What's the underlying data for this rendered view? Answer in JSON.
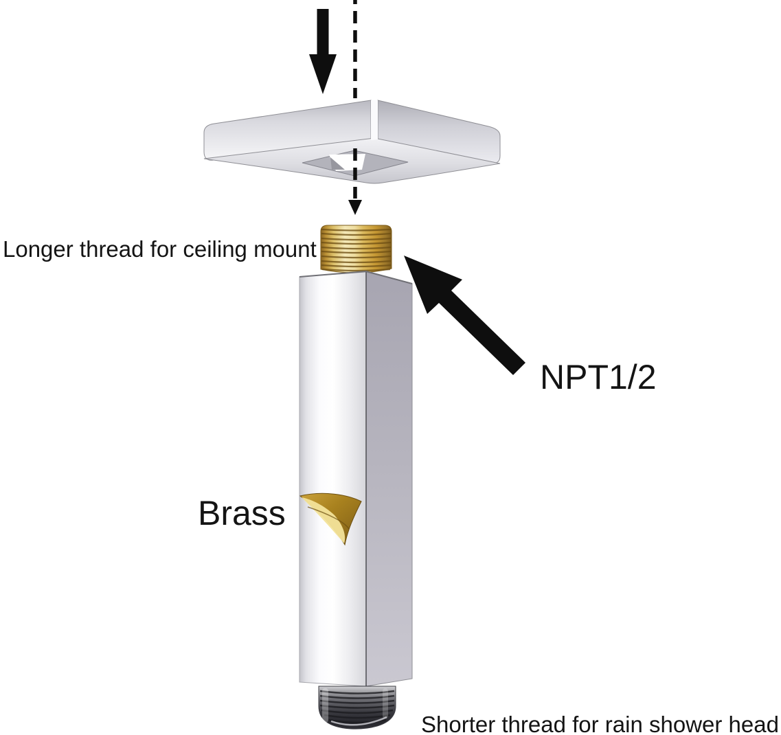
{
  "annotations": {
    "longer_thread_label": "Longer thread for ceiling mount",
    "npt_label": "NPT1/2",
    "brass_label": "Brass",
    "shorter_thread_label": "Shorter thread for rain shower head"
  },
  "icons": {
    "insert_arrow": "solid-black-down-arrow",
    "alignment_guide": "vertical-dashed-line-with-arrowhead",
    "npt_pointer": "solid-black-up-left-arrow"
  },
  "colors": {
    "background": "#ffffff",
    "annotation_text": "#141414",
    "arrow_black": "#0e0e0e",
    "brass_gold": "#d9b95c",
    "brass_dark": "#7d5c1c",
    "chrome_front": "#f5f5f7",
    "chrome_side": "#b2b0ba",
    "chrome_dark_thread": "#2e2e33"
  }
}
